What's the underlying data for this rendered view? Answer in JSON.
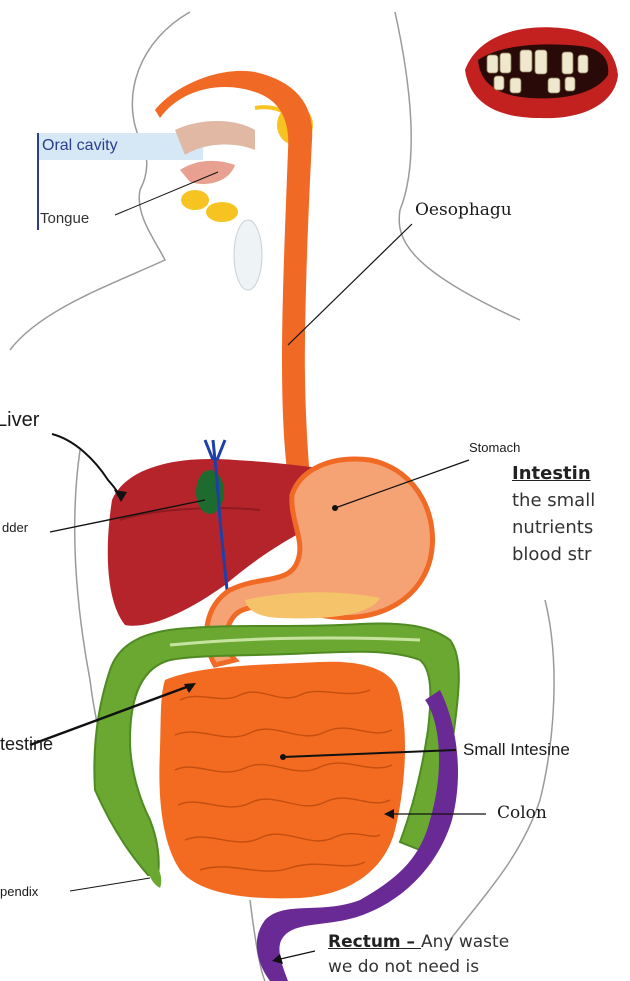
{
  "labels": {
    "oral_cavity": "Oral cavity",
    "tongue": "Tongue",
    "oesophagus": "Oesophagu",
    "liver": "Liver",
    "gallbladder": "dder",
    "stomach": "Stomach",
    "large_intestine": "testine",
    "small_intestine": "Small Intesine",
    "colon": "Colon",
    "appendix": "pendix"
  },
  "intestine_note": {
    "heading": "Intestin",
    "lines": [
      "the small",
      "nutrients",
      "blood str"
    ]
  },
  "rectum_note": {
    "heading": "Rectum",
    "dash": " – ",
    "line1": "Any waste",
    "line2": "we do not need is"
  },
  "colors": {
    "oesophagus": "#f06a25",
    "liver": "#b5242b",
    "stomach": "#f5a374",
    "large_intestine": "#6aa832",
    "small_intestine": "#f26b21",
    "rectum": "#6a2a96",
    "gallbladder": "#1d6b2e",
    "bile_duct": "#1f3fa8",
    "salivary": "#f6c320",
    "oral_highlight": "#d6e8f6"
  }
}
